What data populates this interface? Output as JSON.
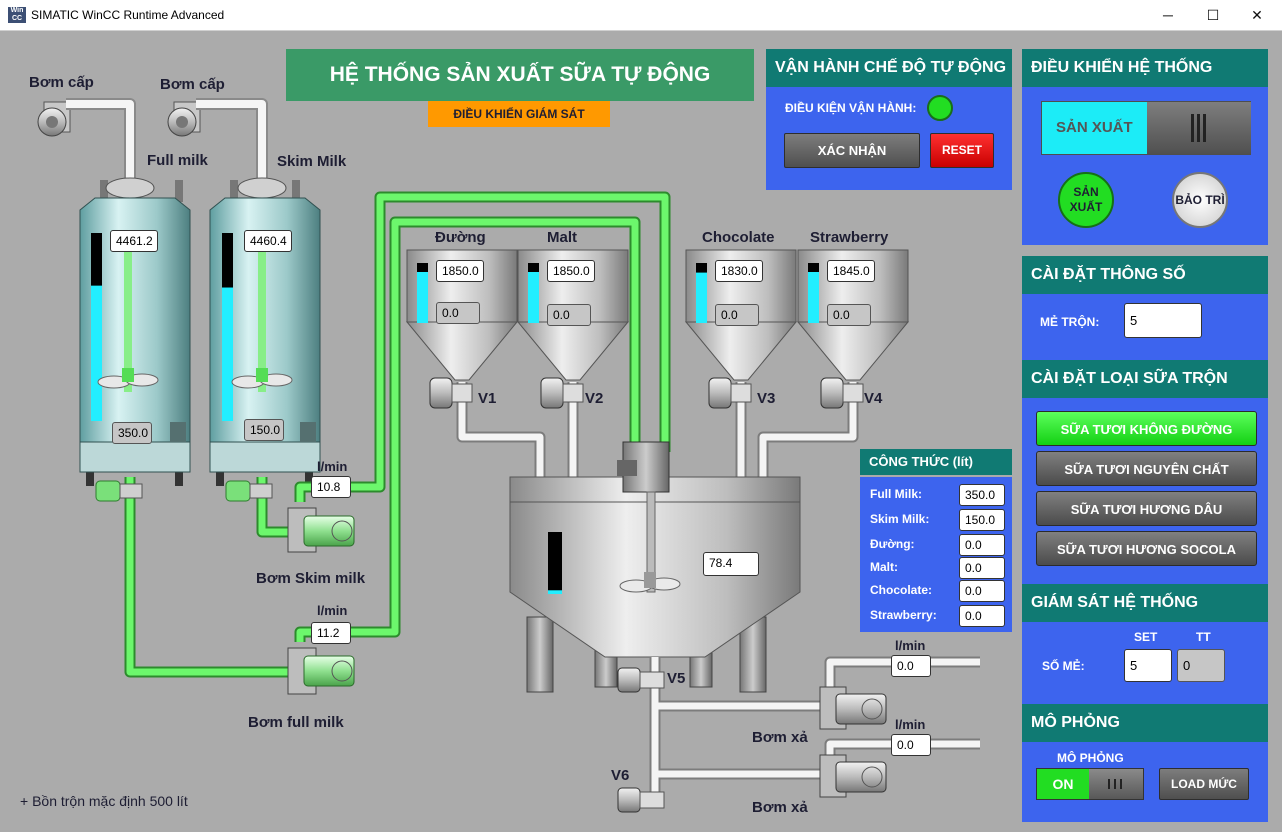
{
  "window": {
    "title": "SIMATIC WinCC Runtime Advanced",
    "icon_text": "Win CC",
    "minimize": "─",
    "maximize": "☐",
    "close": "✕"
  },
  "header": {
    "title": "HỆ THỐNG SẢN XUẤT SỮA TỰ ĐỘNG",
    "monitor_button": "ĐIỀU KHIỂN GIÁM SÁT"
  },
  "tanks": {
    "feed_pump_1": "Bơm cấp",
    "feed_pump_2": "Bơm cấp",
    "full_milk_label": "Full milk",
    "skim_milk_label": "Skim Milk",
    "full_milk_level": "4461.2",
    "skim_milk_level": "4460.4",
    "full_milk_out": "350.0",
    "skim_milk_out": "150.0",
    "full_milk_fill": 0.72,
    "skim_milk_fill": 0.71
  },
  "pumps": {
    "skim_flow_unit": "l/min",
    "skim_flow": "10.8",
    "skim_pump_label": "Bơm Skim milk",
    "full_flow_unit": "l/min",
    "full_flow": "11.2",
    "full_pump_label": "Bơm full milk"
  },
  "hoppers": [
    {
      "label": "Đường",
      "level": "1850.0",
      "out": "0.0",
      "valve": "V1",
      "fill": 0.85
    },
    {
      "label": "Malt",
      "level": "1850.0",
      "out": "0.0",
      "valve": "V2",
      "fill": 0.85
    },
    {
      "label": "Chocolate",
      "level": "1830.0",
      "out": "0.0",
      "valve": "V3",
      "fill": 0.84
    },
    {
      "label": "Strawberry",
      "level": "1845.0",
      "out": "0.0",
      "valve": "V4",
      "fill": 0.85
    }
  ],
  "mixer": {
    "level": "78.4",
    "fill": 0.06,
    "valve5": "V5",
    "valve6": "V6"
  },
  "drain": {
    "flow1_unit": "l/min",
    "flow1": "0.0",
    "pump1_label": "Bơm xả",
    "flow2_unit": "l/min",
    "flow2": "0.0",
    "pump2_label": "Bơm xả"
  },
  "footnote": "+ Bồn trộn mặc định 500 lít",
  "recipe": {
    "title": "CÔNG THỨC (lít)",
    "rows": [
      {
        "name": "Full Milk:",
        "value": "350.0"
      },
      {
        "name": "Skim Milk:",
        "value": "150.0"
      },
      {
        "name": "Đường:",
        "value": "0.0"
      },
      {
        "name": "Malt:",
        "value": "0.0"
      },
      {
        "name": "Chocolate:",
        "value": "0.0"
      },
      {
        "name": "Strawberry:",
        "value": "0.0"
      }
    ]
  },
  "auto_mode": {
    "title": "VẬN HÀNH CHẾ ĐỘ TỰ ĐỘNG",
    "condition_label": "ĐIỀU KIỆN VẬN HÀNH:",
    "confirm": "XÁC NHẬN",
    "reset": "RESET"
  },
  "system_control": {
    "title": "ĐIỀU KHIỂN HỆ THỐNG",
    "switch_label": "SẢN XUẤT",
    "produce_btn": "SẢN XUẤT",
    "maintain_btn": "BẢO TRÌ"
  },
  "params": {
    "title": "CÀI ĐẶT THÔNG SỐ",
    "batch_label": "MẺ TRỘN:",
    "batch_value": "5"
  },
  "milk_type": {
    "title": "CÀI ĐẶT LOẠI SỮA TRỘN",
    "options": [
      "SỮA TƯƠI KHÔNG ĐƯỜNG",
      "SỮA TƯƠI NGUYÊN CHẤT",
      "SỮA TƯƠI HƯƠNG DÂU",
      "SỮA TƯƠI HƯƠNG SOCOLA"
    ]
  },
  "monitoring": {
    "title": "GIÁM SÁT HỆ THỐNG",
    "set_label": "SET",
    "tt_label": "TT",
    "batch_label": "SỐ MẺ:",
    "set_value": "5",
    "tt_value": "0"
  },
  "simulation": {
    "title": "MÔ PHỎNG",
    "switch_caption": "MÔ PHỎNG",
    "on_label": "ON",
    "load_button": "LOAD MỨC"
  },
  "colors": {
    "panel_head": "#107a73",
    "panel_body": "#3d64ee",
    "green_pipe": "#55ee55",
    "level_cyan": "#22eeff",
    "active_green": "#22dd22"
  }
}
